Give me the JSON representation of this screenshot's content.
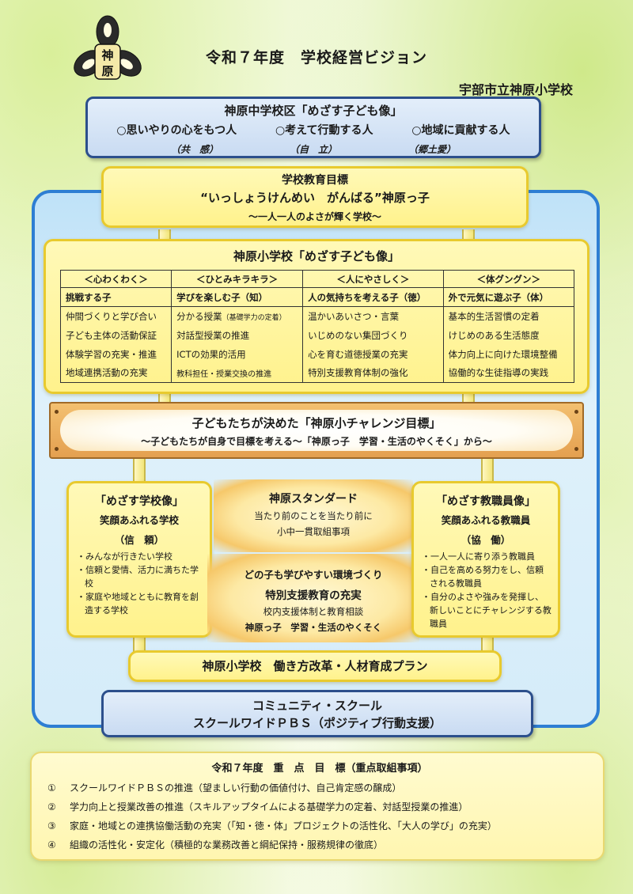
{
  "header": {
    "title": "令和７年度　学校経営ビジョン",
    "school": "宇部市立神原小学校",
    "emblem_text": "神原"
  },
  "chu_vision": {
    "title": "神原中学校区「めざす子ども像」",
    "items": [
      "○思いやりの心をもつ人",
      "○考えて行動する人",
      "○地域に貢献する人"
    ],
    "subs": [
      "（共　感）",
      "（自　立）",
      "（郷土愛）"
    ]
  },
  "school_goal": {
    "title": "学校教育目標",
    "main": "“いっしょうけんめい　がんばる”神原っ子",
    "sub": "～一人一人のよさが輝く学校～"
  },
  "kodomo": {
    "title": "神原小学校「めざす子ども像」",
    "columns": [
      {
        "category": "＜心わくわく＞",
        "head": "挑戦する子",
        "items": [
          "仲間づくりと学び合い",
          "子ども主体の活動保証",
          "体験学習の充実・推進",
          "地域連携活動の充実"
        ]
      },
      {
        "category": "＜ひとみキラキラ＞",
        "head": "学びを楽しむ子（知）",
        "items_1_main": "分かる授業",
        "items_1_note": "（基礎学力の定着）",
        "items": [
          "対話型授業の推進",
          "ICTの効果的活用",
          "教科担任・授業交換の推進"
        ]
      },
      {
        "category": "＜人にやさしく＞",
        "head": "人の気持ちを考える子（徳）",
        "items": [
          "温かいあいさつ・言葉",
          "いじめのない集団づくり",
          "心を育む道徳授業の充実",
          "特別支援教育体制の強化"
        ]
      },
      {
        "category": "＜体グングン＞",
        "head": "外で元気に遊ぶ子（体）",
        "items": [
          "基本的生活習慣の定着",
          "けじめのある生活態度",
          "体力向上に向けた環境整備",
          "協働的な生徒指導の実践"
        ]
      }
    ]
  },
  "challenge": {
    "title": "子どもたちが決めた「神原小チャレンジ目標」",
    "sub": "～子どもたちが自身で目標を考える～「神原っ子　学習・生活のやくそく」から～"
  },
  "school_image": {
    "title": "「めざす学校像」",
    "sub": "笑顔あふれる学校",
    "value": "（信　頼）",
    "items": [
      "・みんなが行きたい学校",
      "・信頼と愛情、活力に満ちた学校",
      "・家庭や地域とともに教育を創造する学校"
    ]
  },
  "teacher_image": {
    "title": "「めざす教職員像」",
    "sub": "笑顔あふれる教職員",
    "value": "（協　働）",
    "items": [
      "・一人一人に寄り添う教職員",
      "・自己を高める努力をし、信頼される教職員",
      "・自分のよさや強みを発揮し、新しいことにチャレンジする教職員"
    ]
  },
  "standard": {
    "title": "神原スタンダード",
    "line1": "当たり前のことを当たり前に",
    "line2": "小中一貫取組事項"
  },
  "environment": {
    "line1": "どの子も学びやすい環境づくり",
    "line2": "特別支援教育の充実",
    "line3": "校内支援体制と教育相談",
    "line4": "神原っ子　学習・生活のやくそく"
  },
  "plan": {
    "label": "神原小学校　働き方改革・人材育成プラン"
  },
  "community": {
    "line1": "コミュニティ・スクール",
    "line2": "スクールワイドＰＢＳ（ポジティブ行動支援）"
  },
  "priorities": {
    "title": "令和７年度　重　点　目　標（重点取組事項）",
    "items": [
      {
        "num": "①",
        "text": "スクールワイドＰＢＳの推進（望ましい行動の価値付け、自己肯定感の醸成）"
      },
      {
        "num": "②",
        "text": "学力向上と授業改善の推進（スキルアップタイムによる基礎学力の定着、対話型授業の推進）"
      },
      {
        "num": "③",
        "text": "家庭・地域との連携協働活動の充実（「知・徳・体」プロジェクトの活性化、「大人の学び」の充実）"
      },
      {
        "num": "④",
        "text": "組織の活性化・安定化（積極的な業務改善と綱紀保持・服務規律の徹底）"
      }
    ]
  },
  "colors": {
    "frame_blue": "#2e7ed3",
    "box_navy": "#2c4f8c",
    "yellow": "#fff28c",
    "wood": "#e4a050"
  }
}
